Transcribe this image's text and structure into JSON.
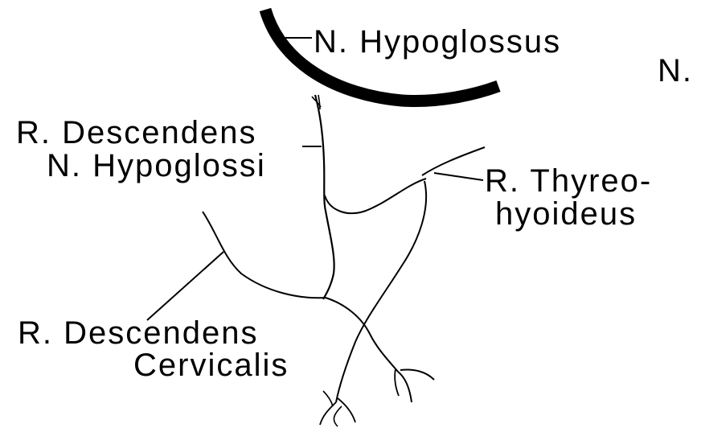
{
  "labels": {
    "hypoglossus": "N. Hypoglossus",
    "n_cut_right": "N.",
    "r_descendens_n_hypoglossi_line1": "R. Descendens",
    "r_descendens_n_hypoglossi_line2": "N. Hypoglossi",
    "r_thyreohyoideus_line1": "R. Thyreo-",
    "r_thyreohyoideus_line2": "hyoideus",
    "r_descendens_cervicalis_line1": "R. Descendens",
    "r_descendens_cervicalis_line2": "Cervicalis"
  },
  "colors": {
    "background": "#ffffff",
    "ink": "#000000"
  }
}
